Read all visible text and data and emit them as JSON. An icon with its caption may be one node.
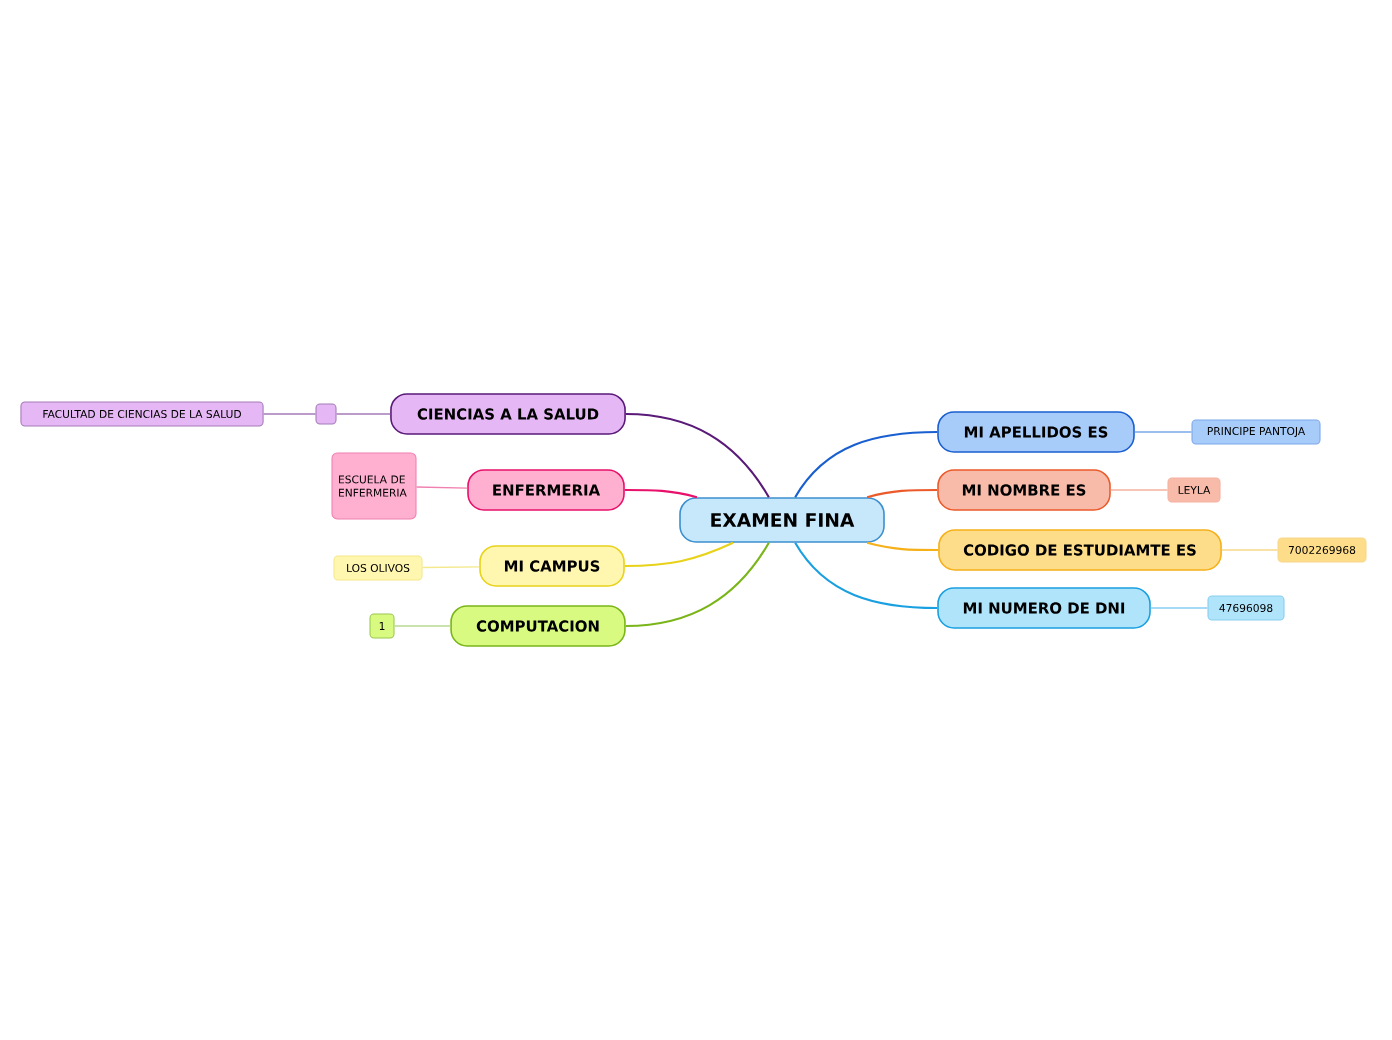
{
  "diagram": {
    "nodes": [
      {
        "text": [
          "EXAMEN FINA"
        ]
      },
      {
        "text": [
          "CIENCIAS A LA SALUD"
        ]
      },
      {
        "text": [],
        "shape": "box"
      },
      {
        "text": [
          "FACULTAD DE CIENCIAS DE LA SALUD"
        ]
      },
      {
        "text": [
          "ENFERMERIA"
        ]
      },
      {
        "text": [
          "ESCUELA DE ENFERMERIA"
        ]
      },
      {
        "text": [
          "MI CAMPUS"
        ]
      },
      {
        "text": [
          "LOS OLIVOS"
        ]
      },
      {
        "text": [
          "COMPUTACION"
        ]
      },
      {
        "text": [
          "1"
        ]
      },
      {
        "text": [
          "MI APELLIDOS ES"
        ]
      },
      {
        "text": [
          "PRINCIPE PANTOJA"
        ]
      },
      {
        "text": [
          "MI NOMBRE ES"
        ]
      },
      {
        "text": [
          "LEYLA"
        ]
      },
      {
        "text": [
          "CODIGO DE ESTUDIAMTE ES"
        ]
      },
      {
        "text": [
          "7002269968"
        ]
      },
      {
        "text": [
          "MI NUMERO DE DNI"
        ]
      },
      {
        "text": [
          "47696098"
        ]
      }
    ],
    "edges": [
      {
        "from": 0,
        "to": 1,
        "arrow": "none",
        "color": "#5a1a78"
      },
      {
        "from": 1,
        "to": 2,
        "arrow": "none",
        "color": "#a37ab8"
      },
      {
        "from": 2,
        "to": 3,
        "arrow": "none",
        "color": "#a37ab8"
      },
      {
        "from": 0,
        "to": 4,
        "arrow": "none",
        "color": "#e8106a"
      },
      {
        "from": 4,
        "to": 5,
        "arrow": "none",
        "color": "#f080b0"
      },
      {
        "from": 0,
        "to": 6,
        "arrow": "none",
        "color": "#e8d21a"
      },
      {
        "from": 6,
        "to": 7,
        "arrow": "none",
        "color": "#f3e88a"
      },
      {
        "from": 0,
        "to": 8,
        "arrow": "none",
        "color": "#7ab51a"
      },
      {
        "from": 8,
        "to": 9,
        "arrow": "none",
        "color": "#b8d890"
      },
      {
        "from": 0,
        "to": 10,
        "arrow": "none",
        "color": "#1a5fd0"
      },
      {
        "from": 10,
        "to": 11,
        "arrow": "none",
        "color": "#7aa8e8"
      },
      {
        "from": 0,
        "to": 12,
        "arrow": "none",
        "color": "#ec5a2a"
      },
      {
        "from": 12,
        "to": 13,
        "arrow": "none",
        "color": "#f5b0a0"
      },
      {
        "from": 0,
        "to": 14,
        "arrow": "none",
        "color": "#f5b01a"
      },
      {
        "from": 14,
        "to": 15,
        "arrow": "none",
        "color": "#f8d88a"
      },
      {
        "from": 0,
        "to": 16,
        "arrow": "none",
        "color": "#1aa0e0"
      },
      {
        "from": 16,
        "to": 17,
        "arrow": "none",
        "color": "#8acdf0"
      }
    ]
  }
}
